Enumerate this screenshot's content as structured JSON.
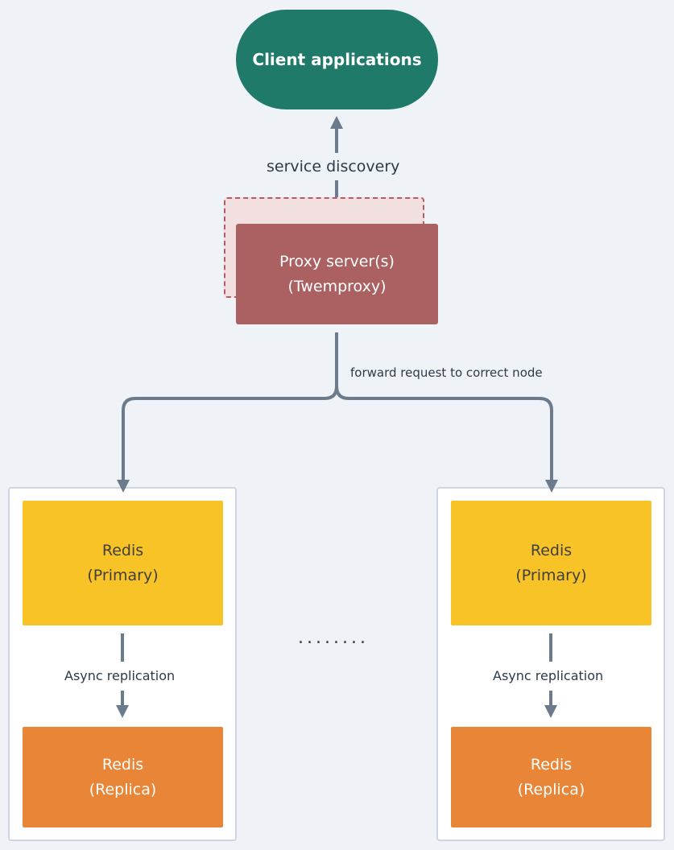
{
  "nodes": {
    "client": {
      "label": "Client applications"
    },
    "proxy": {
      "line1": "Proxy server(s)",
      "line2": "(Twemproxy)"
    },
    "left_primary": {
      "line1": "Redis",
      "line2": "(Primary)"
    },
    "left_replica": {
      "line1": "Redis",
      "line2": "(Replica)"
    },
    "right_primary": {
      "line1": "Redis",
      "line2": "(Primary)"
    },
    "right_replica": {
      "line1": "Redis",
      "line2": "(Replica)"
    }
  },
  "edges": {
    "client_proxy": "service discovery",
    "proxy_nodes": "forward request to correct node",
    "left_replication": "Async replication",
    "right_replication": "Async replication"
  },
  "ellipsis": "........",
  "colors": {
    "client": "#1f7a69",
    "proxy": "#ab6162",
    "primary": "#f8c327",
    "replica": "#e98536",
    "arrow": "#6b7b8c",
    "background": "#eff3f7"
  }
}
